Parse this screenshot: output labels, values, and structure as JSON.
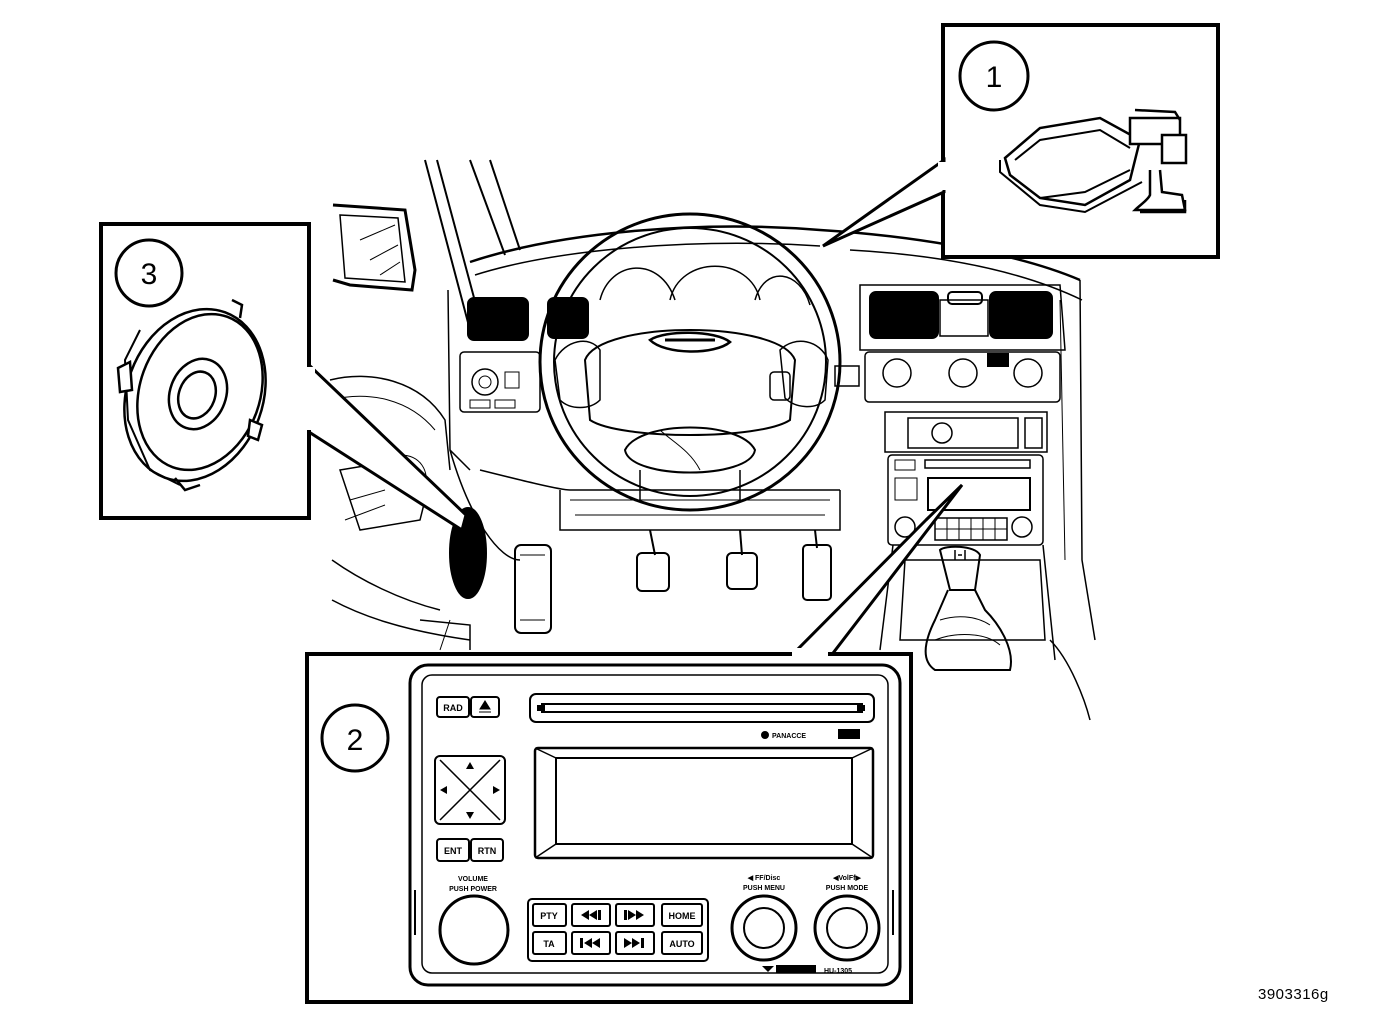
{
  "figure_number": "3903316g",
  "callouts": [
    {
      "number": "1",
      "component": "module"
    },
    {
      "number": "2",
      "component": "radio-head-unit"
    },
    {
      "number": "3",
      "component": "speaker"
    }
  ],
  "radio": {
    "rad_label": "RAD",
    "ent_label": "ENT",
    "rtn_label": "RTN",
    "volume_label_line1": "VOLUME",
    "volume_label_line2": "PUSH POWER",
    "pty_label": "PTY",
    "ta_label": "TA",
    "home_label": "HOME",
    "auto_label": "AUTO",
    "tune_label_line1": "◀ FF/Disc",
    "tune_label_line2": "PUSH MENU",
    "mode_label_line1": "◀VolFf▶",
    "mode_label_line2": "PUSH MODE",
    "brand_label": "PANACCE",
    "model_label": "HU-1305"
  }
}
